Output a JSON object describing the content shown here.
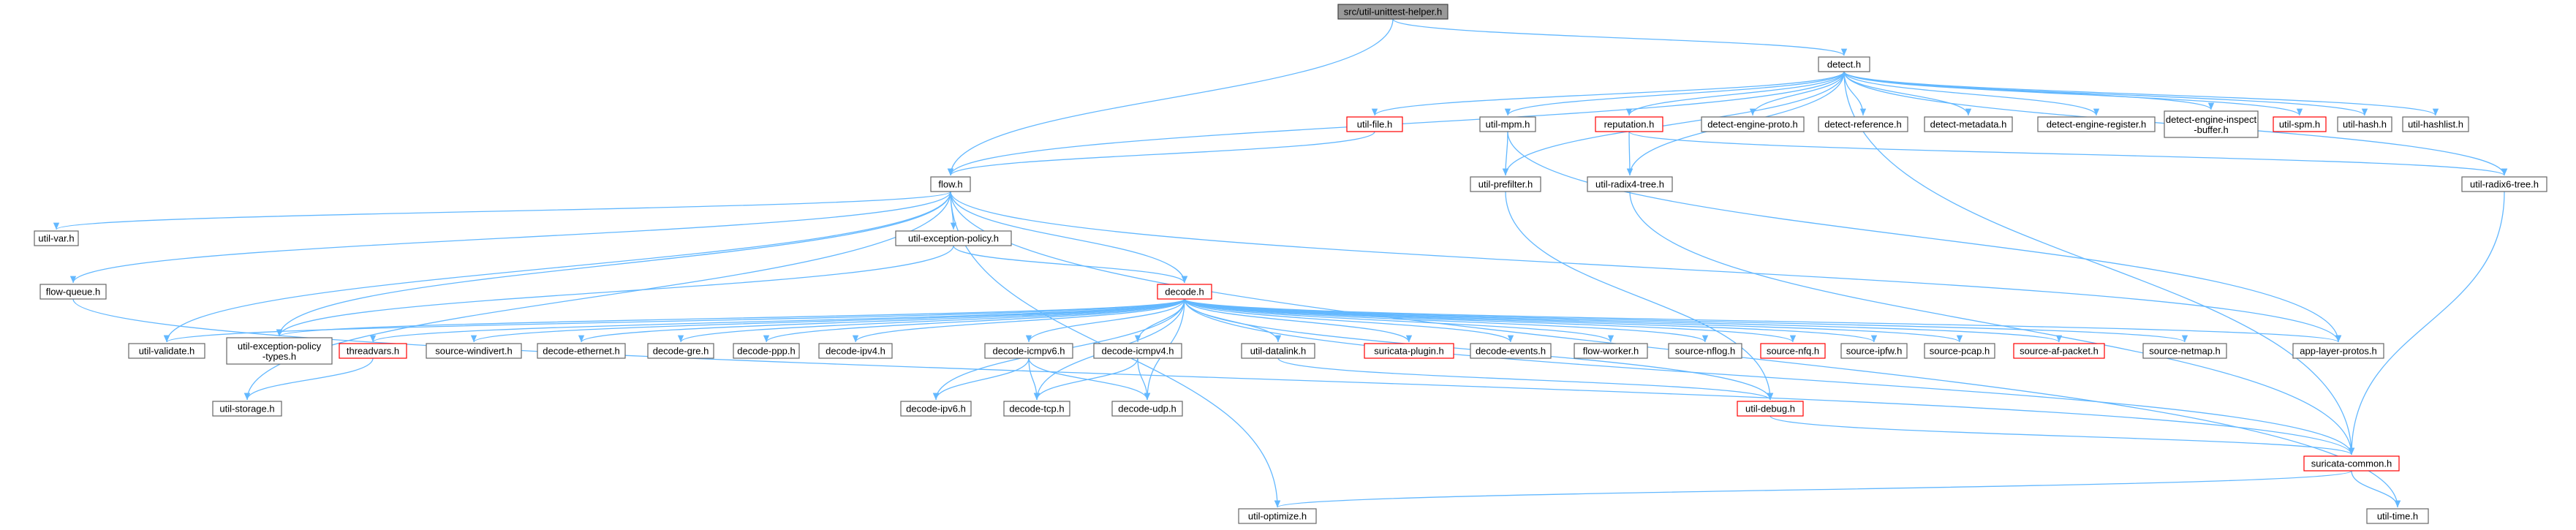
{
  "diagram_type": "include dependency graph",
  "colors": {
    "edge": "#63b8ff",
    "node_border": "#666666",
    "node_fill": "#ffffff",
    "root_fill": "#999999",
    "root_border": "#404040",
    "truncated_border": "#ff0000",
    "text": "#000000"
  },
  "nodes": [
    {
      "id": "unittest",
      "label": "src/util-unittest-helper.h",
      "style": "root"
    },
    {
      "id": "detect",
      "label": "detect.h",
      "style": "normal"
    },
    {
      "id": "flow",
      "label": "flow.h",
      "style": "normal"
    },
    {
      "id": "utilfile",
      "label": "util-file.h",
      "style": "truncated"
    },
    {
      "id": "utilmpm",
      "label": "util-mpm.h",
      "style": "normal"
    },
    {
      "id": "reputation",
      "label": "reputation.h",
      "style": "truncated"
    },
    {
      "id": "deproto",
      "label": "detect-engine-proto.h",
      "style": "normal"
    },
    {
      "id": "dref",
      "label": "detect-reference.h",
      "style": "normal"
    },
    {
      "id": "dmeta",
      "label": "detect-metadata.h",
      "style": "normal"
    },
    {
      "id": "dereg",
      "label": "detect-engine-register.h",
      "style": "normal"
    },
    {
      "id": "deinsp",
      "label": "detect-engine-inspect\n-buffer.h",
      "style": "normal"
    },
    {
      "id": "utilspm",
      "label": "util-spm.h",
      "style": "truncated"
    },
    {
      "id": "utilhash",
      "label": "util-hash.h",
      "style": "normal"
    },
    {
      "id": "utilhashlist",
      "label": "util-hashlist.h",
      "style": "normal"
    },
    {
      "id": "prefilter",
      "label": "util-prefilter.h",
      "style": "normal"
    },
    {
      "id": "radix4",
      "label": "util-radix4-tree.h",
      "style": "normal"
    },
    {
      "id": "radix6",
      "label": "util-radix6-tree.h",
      "style": "normal"
    },
    {
      "id": "utilvar",
      "label": "util-var.h",
      "style": "normal"
    },
    {
      "id": "exceptpolicy",
      "label": "util-exception-policy.h",
      "style": "normal"
    },
    {
      "id": "flowqueue",
      "label": "flow-queue.h",
      "style": "normal"
    },
    {
      "id": "decode",
      "label": "decode.h",
      "style": "truncated"
    },
    {
      "id": "validate",
      "label": "util-validate.h",
      "style": "normal"
    },
    {
      "id": "eptypes",
      "label": "util-exception-policy\n-types.h",
      "style": "normal"
    },
    {
      "id": "threadvars",
      "label": "threadvars.h",
      "style": "truncated"
    },
    {
      "id": "windivert",
      "label": "source-windivert.h",
      "style": "normal"
    },
    {
      "id": "deceth",
      "label": "decode-ethernet.h",
      "style": "normal"
    },
    {
      "id": "decgre",
      "label": "decode-gre.h",
      "style": "normal"
    },
    {
      "id": "decppp",
      "label": "decode-ppp.h",
      "style": "normal"
    },
    {
      "id": "decipv4",
      "label": "decode-ipv4.h",
      "style": "normal"
    },
    {
      "id": "decicmpv6",
      "label": "decode-icmpv6.h",
      "style": "normal"
    },
    {
      "id": "decicmpv4",
      "label": "decode-icmpv4.h",
      "style": "normal"
    },
    {
      "id": "datalink",
      "label": "util-datalink.h",
      "style": "normal"
    },
    {
      "id": "plugin",
      "label": "suricata-plugin.h",
      "style": "truncated"
    },
    {
      "id": "decevents",
      "label": "decode-events.h",
      "style": "normal"
    },
    {
      "id": "flowworker",
      "label": "flow-worker.h",
      "style": "normal"
    },
    {
      "id": "nflog",
      "label": "source-nflog.h",
      "style": "normal"
    },
    {
      "id": "nfq",
      "label": "source-nfq.h",
      "style": "truncated"
    },
    {
      "id": "ipfw",
      "label": "source-ipfw.h",
      "style": "normal"
    },
    {
      "id": "pcap",
      "label": "source-pcap.h",
      "style": "normal"
    },
    {
      "id": "afpacket",
      "label": "source-af-packet.h",
      "style": "truncated"
    },
    {
      "id": "netmap",
      "label": "source-netmap.h",
      "style": "normal"
    },
    {
      "id": "applayer",
      "label": "app-layer-protos.h",
      "style": "normal"
    },
    {
      "id": "storage",
      "label": "util-storage.h",
      "style": "normal"
    },
    {
      "id": "decipv6",
      "label": "decode-ipv6.h",
      "style": "normal"
    },
    {
      "id": "dectcp",
      "label": "decode-tcp.h",
      "style": "normal"
    },
    {
      "id": "decudp",
      "label": "decode-udp.h",
      "style": "normal"
    },
    {
      "id": "debug",
      "label": "util-debug.h",
      "style": "truncated"
    },
    {
      "id": "common",
      "label": "suricata-common.h",
      "style": "truncated"
    },
    {
      "id": "optimize",
      "label": "util-optimize.h",
      "style": "normal"
    },
    {
      "id": "utiltime",
      "label": "util-time.h",
      "style": "normal"
    }
  ],
  "edges": [
    [
      "unittest",
      "detect"
    ],
    [
      "unittest",
      "flow"
    ],
    [
      "detect",
      "flow"
    ],
    [
      "detect",
      "utilfile"
    ],
    [
      "detect",
      "utilmpm"
    ],
    [
      "detect",
      "reputation"
    ],
    [
      "detect",
      "deproto"
    ],
    [
      "detect",
      "dref"
    ],
    [
      "detect",
      "dmeta"
    ],
    [
      "detect",
      "dereg"
    ],
    [
      "detect",
      "deinsp"
    ],
    [
      "detect",
      "utilspm"
    ],
    [
      "detect",
      "utilhash"
    ],
    [
      "detect",
      "utilhashlist"
    ],
    [
      "detect",
      "prefilter"
    ],
    [
      "detect",
      "radix4"
    ],
    [
      "detect",
      "radix6"
    ],
    [
      "detect",
      "common"
    ],
    [
      "utilfile",
      "flow"
    ],
    [
      "utilmpm",
      "prefilter"
    ],
    [
      "utilmpm",
      "applayer"
    ],
    [
      "reputation",
      "radix4"
    ],
    [
      "reputation",
      "radix6"
    ],
    [
      "radix4",
      "common"
    ],
    [
      "radix6",
      "common"
    ],
    [
      "prefilter",
      "debug"
    ],
    [
      "flow",
      "utilvar"
    ],
    [
      "flow",
      "exceptpolicy"
    ],
    [
      "flow",
      "flowqueue"
    ],
    [
      "flow",
      "decode"
    ],
    [
      "flow",
      "validate"
    ],
    [
      "flow",
      "eptypes"
    ],
    [
      "flow",
      "storage"
    ],
    [
      "flow",
      "applayer"
    ],
    [
      "flow",
      "utiltime"
    ],
    [
      "flow",
      "optimize"
    ],
    [
      "exceptpolicy",
      "decode"
    ],
    [
      "exceptpolicy",
      "eptypes"
    ],
    [
      "flowqueue",
      "common"
    ],
    [
      "decode",
      "validate"
    ],
    [
      "decode",
      "eptypes"
    ],
    [
      "decode",
      "threadvars"
    ],
    [
      "decode",
      "windivert"
    ],
    [
      "decode",
      "deceth"
    ],
    [
      "decode",
      "decgre"
    ],
    [
      "decode",
      "decppp"
    ],
    [
      "decode",
      "decipv4"
    ],
    [
      "decode",
      "decicmpv6"
    ],
    [
      "decode",
      "decicmpv4"
    ],
    [
      "decode",
      "datalink"
    ],
    [
      "decode",
      "plugin"
    ],
    [
      "decode",
      "decevents"
    ],
    [
      "decode",
      "flowworker"
    ],
    [
      "decode",
      "nflog"
    ],
    [
      "decode",
      "nfq"
    ],
    [
      "decode",
      "ipfw"
    ],
    [
      "decode",
      "pcap"
    ],
    [
      "decode",
      "afpacket"
    ],
    [
      "decode",
      "netmap"
    ],
    [
      "decode",
      "applayer"
    ],
    [
      "decode",
      "decipv6"
    ],
    [
      "decode",
      "dectcp"
    ],
    [
      "decode",
      "decudp"
    ],
    [
      "decode",
      "debug"
    ],
    [
      "decode",
      "common"
    ],
    [
      "threadvars",
      "storage"
    ],
    [
      "decicmpv6",
      "decipv6"
    ],
    [
      "decicmpv6",
      "dectcp"
    ],
    [
      "decicmpv6",
      "decudp"
    ],
    [
      "decicmpv4",
      "dectcp"
    ],
    [
      "decicmpv4",
      "decudp"
    ],
    [
      "datalink",
      "debug"
    ],
    [
      "debug",
      "common"
    ],
    [
      "common",
      "optimize"
    ],
    [
      "common",
      "utiltime"
    ]
  ]
}
